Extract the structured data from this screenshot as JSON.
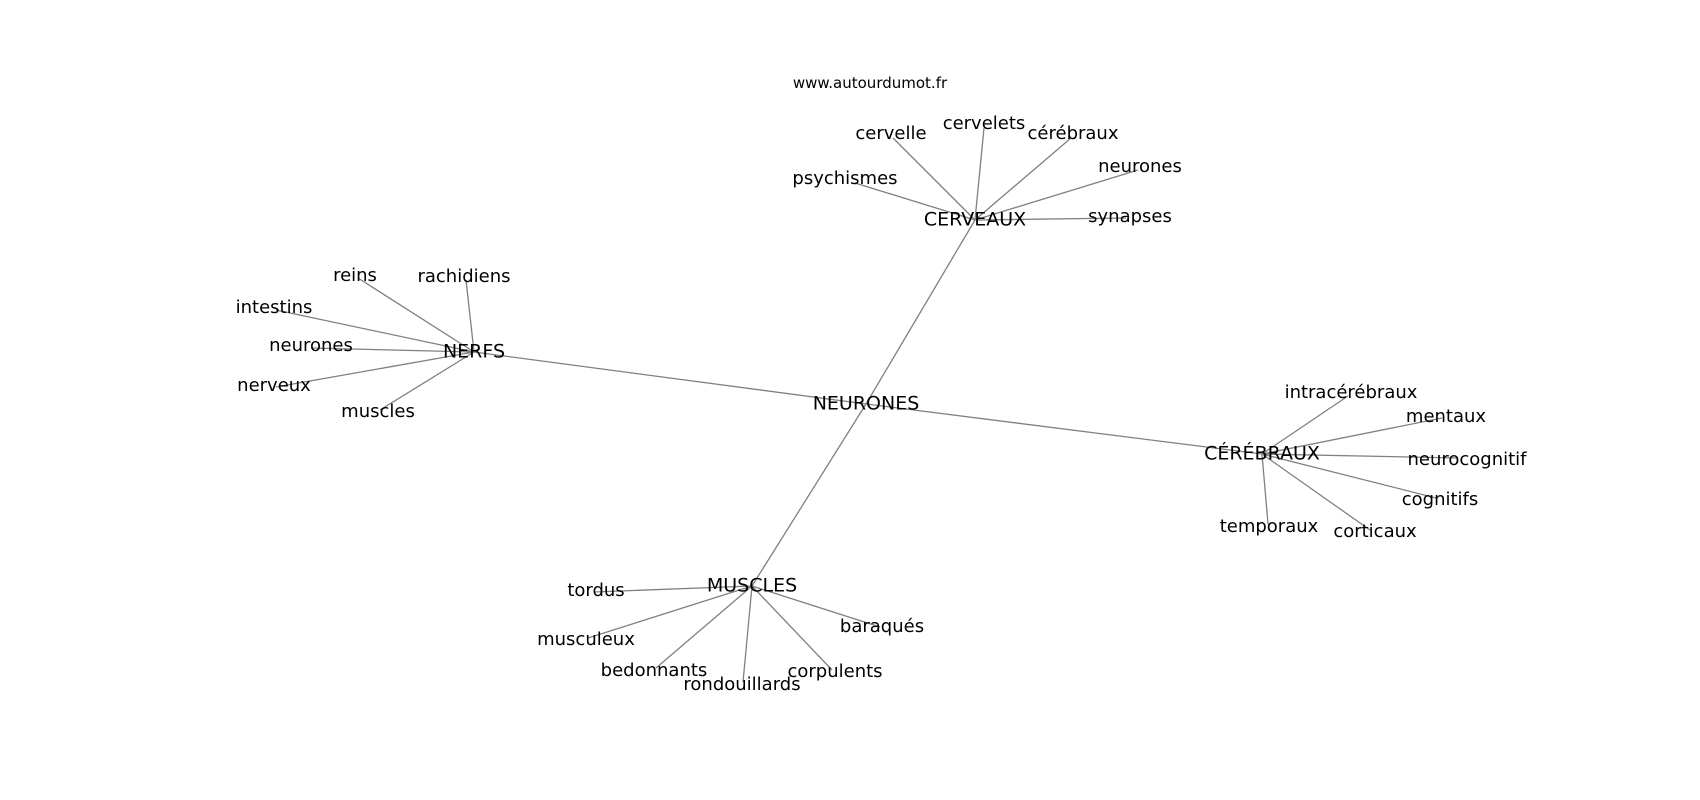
{
  "source": "www.autourdumot.fr",
  "center": "NEURONES",
  "hubs": [
    {
      "label": "CERVEAUX",
      "leaves": [
        "cervelle",
        "cervelets",
        "cérébraux",
        "neurones",
        "psychismes",
        "synapses"
      ]
    },
    {
      "label": "NERFS",
      "leaves": [
        "reins",
        "rachidiens",
        "intestins",
        "neurones",
        "nerveux",
        "muscles"
      ]
    },
    {
      "label": "CÉRÉBRAUX",
      "leaves": [
        "intracérébraux",
        "mentaux",
        "neurocognitif",
        "cognitifs",
        "temporaux",
        "corticaux"
      ]
    },
    {
      "label": "MUSCLES",
      "leaves": [
        "tordus",
        "musculeux",
        "bedonnants",
        "rondouillards",
        "corpulents",
        "baraqués"
      ]
    }
  ]
}
